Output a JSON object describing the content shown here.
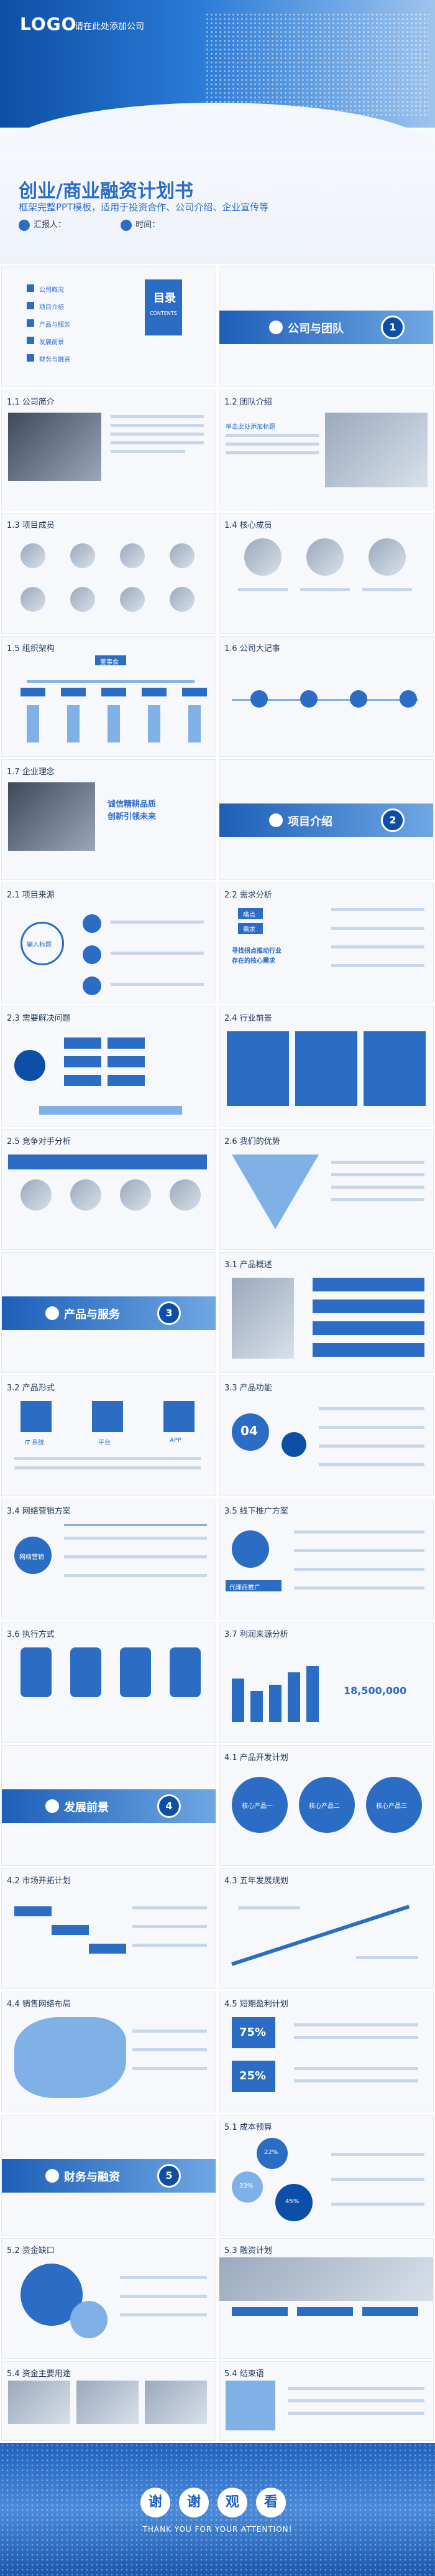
{
  "hero": {
    "logo": "LOGO",
    "company": "请在此处添加公司",
    "title": "创业/商业融资计划书",
    "subtitle": "框架完整PPT模板，适用于投资合作、公司介绍、企业宣传等",
    "reporter_label": "汇报人：",
    "time_label": "时间："
  },
  "slides": {
    "s1": {
      "menu": "目录",
      "menu_en": "CONTENTS",
      "items": [
        "公司概况",
        "项目介绍",
        "产品与服务",
        "发展前景",
        "财务与融资"
      ]
    },
    "s2": {
      "section": "公司与团队",
      "num": "1"
    },
    "s3": {
      "title": "1.1 公司简介"
    },
    "s4": {
      "title": "1.2 团队介绍",
      "line1": "单击此处添加标题"
    },
    "s5": {
      "title": "1.3 项目成员"
    },
    "s6": {
      "title": "1.4 核心成员"
    },
    "s7": {
      "title": "1.5 组织架构",
      "top": "董事会"
    },
    "s8": {
      "title": "1.6 公司大记事"
    },
    "s9": {
      "title": "1.7 企业理念",
      "line1": "诚信精耕品质",
      "line2": "创新引领未来"
    },
    "s10": {
      "section": "项目介绍",
      "num": "2"
    },
    "s11": {
      "title": "2.1 项目来源",
      "center": "输入标题"
    },
    "s12": {
      "title": "2.2 需求分析",
      "tag1": "痛点",
      "tag2": "需求",
      "line1": "寻找拐点推动行业",
      "line2": "存在的核心需求"
    },
    "s13": {
      "title": "2.3 需要解决问题"
    },
    "s14": {
      "title": "2.4 行业前景"
    },
    "s15": {
      "title": "2.5 竞争对手分析"
    },
    "s16": {
      "title": "2.6 我们的优势"
    },
    "s17": {
      "section": "产品与服务",
      "num": "3"
    },
    "s18": {
      "title": "3.1 产品概述"
    },
    "s19": {
      "title": "3.2 产品形式",
      "a": "IT 系统",
      "b": "平台",
      "c": "APP"
    },
    "s20": {
      "title": "3.3 产品功能",
      "num": "04"
    },
    "s21": {
      "title": "3.4 网络营销方案",
      "center": "网络营销"
    },
    "s22": {
      "title": "3.5 线下推广方案",
      "label": "代理商推广"
    },
    "s23": {
      "title": "3.6 执行方式"
    },
    "s24": {
      "title": "3.7 利润来源分析",
      "value": "18,500,000"
    },
    "s25": {
      "section": "发展前景",
      "num": "4"
    },
    "s26": {
      "title": "4.1 产品开发计划",
      "c1": "核心产品一",
      "c2": "核心产品二",
      "c3": "核心产品三"
    },
    "s27": {
      "title": "4.2 市场开拓计划"
    },
    "s28": {
      "title": "4.3 五年发展规划"
    },
    "s29": {
      "title": "4.4 销售网络布局"
    },
    "s30": {
      "title": "4.5 短期盈利计划",
      "p1": "75%",
      "p2": "25%"
    },
    "s31": {
      "section": "财务与融资",
      "num": "5"
    },
    "s32": {
      "title": "5.1 成本预算",
      "p1": "22%",
      "p2": "33%",
      "p3": "45%"
    },
    "s33": {
      "title": "5.2 资金缺口"
    },
    "s34": {
      "title": "5.3 融资计划"
    },
    "s35": {
      "title": "5.4 资金主要用途"
    },
    "s36": {
      "title": "5.4 结束语"
    }
  },
  "footer": {
    "chars": [
      "谢",
      "谢",
      "观",
      "看"
    ],
    "en": "THANK YOU FOR YOUR ATTENTION!"
  },
  "colors": {
    "primary": "#2b6cc4",
    "dark": "#0d4fa6",
    "light": "#7fb0e6"
  }
}
